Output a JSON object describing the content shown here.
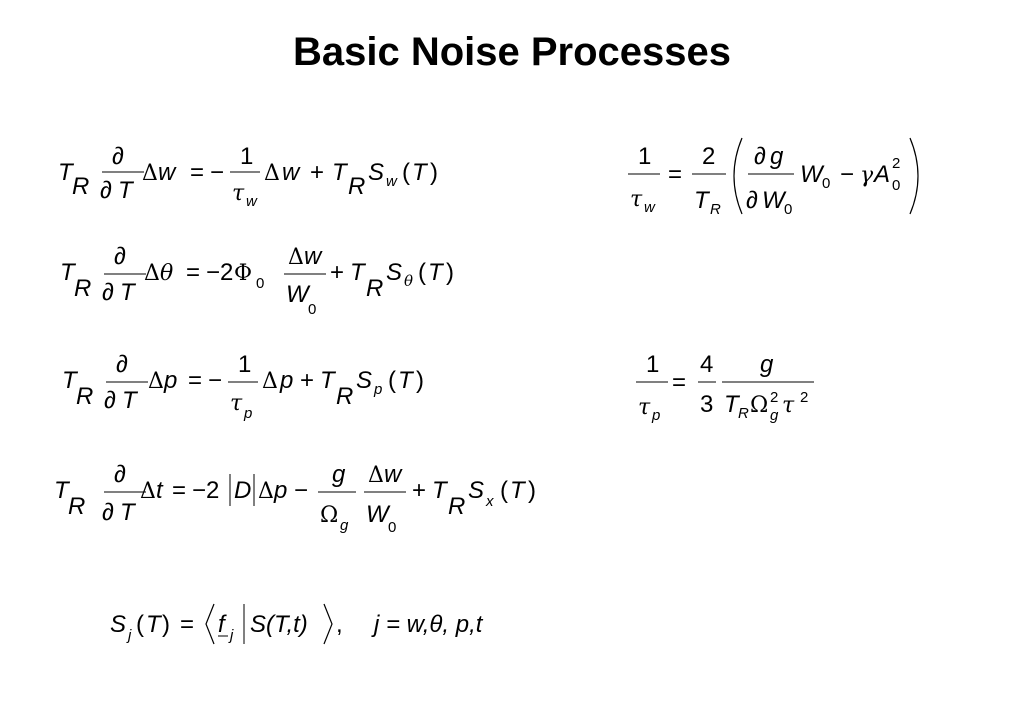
{
  "slide": {
    "title": "Basic Noise Processes"
  },
  "eq1": {
    "T": "T",
    "R": "R",
    "partial": "∂",
    "delta": "Δ",
    "w": "w",
    "eq": "=",
    "minus": "−",
    "one": "1",
    "tau": "τ",
    "sub_w": "w",
    "plus": "+",
    "S": "S",
    "lp": "(",
    "rp": ")"
  },
  "eq2": {
    "T": "T",
    "R": "R",
    "partial": "∂",
    "delta": "Δ",
    "theta": "θ",
    "eq": "=",
    "neg2": "−2",
    "Phi": "Φ",
    "zero": "0",
    "w": "w",
    "W": "W",
    "plus": "+",
    "S": "S",
    "lp": "(",
    "rp": ")"
  },
  "eq3": {
    "T": "T",
    "R": "R",
    "partial": "∂",
    "delta": "Δ",
    "p": "p",
    "eq": "=",
    "minus": "−",
    "one": "1",
    "tau": "τ",
    "plus": "+",
    "S": "S",
    "lp": "(",
    "rp": ")"
  },
  "eq4": {
    "T": "T",
    "R": "R",
    "partial": "∂",
    "delta": "Δ",
    "t": "t",
    "eq": "=",
    "neg2": "−2",
    "D": "D",
    "p": "p",
    "minus": "−",
    "g": "g",
    "Omega": "Ω",
    "w": "w",
    "W": "W",
    "zero": "0",
    "plus": "+",
    "S": "S",
    "x": "x",
    "lp": "(",
    "rp": ")"
  },
  "eq5": {
    "S": "S",
    "j": "j",
    "lp": "(",
    "T": "T",
    "rp": ")",
    "eq": "=",
    "f": "f",
    "content": "S(T,t)",
    "comma": ",",
    "rest": "j = w,θ, p,t"
  },
  "eq6": {
    "one": "1",
    "tau": "τ",
    "w": "w",
    "eq": "=",
    "two": "2",
    "T": "T",
    "R": "R",
    "partial": "∂",
    "g": "g",
    "W": "W",
    "zero": "0",
    "minus": "−",
    "gamma": "γ",
    "A": "A",
    "sup2": "2"
  },
  "eq7": {
    "one": "1",
    "tau": "τ",
    "p": "p",
    "eq": "=",
    "four": "4",
    "three": "3",
    "g": "g",
    "T": "T",
    "R": "R",
    "Omega": "Ω",
    "sup2": "2"
  }
}
